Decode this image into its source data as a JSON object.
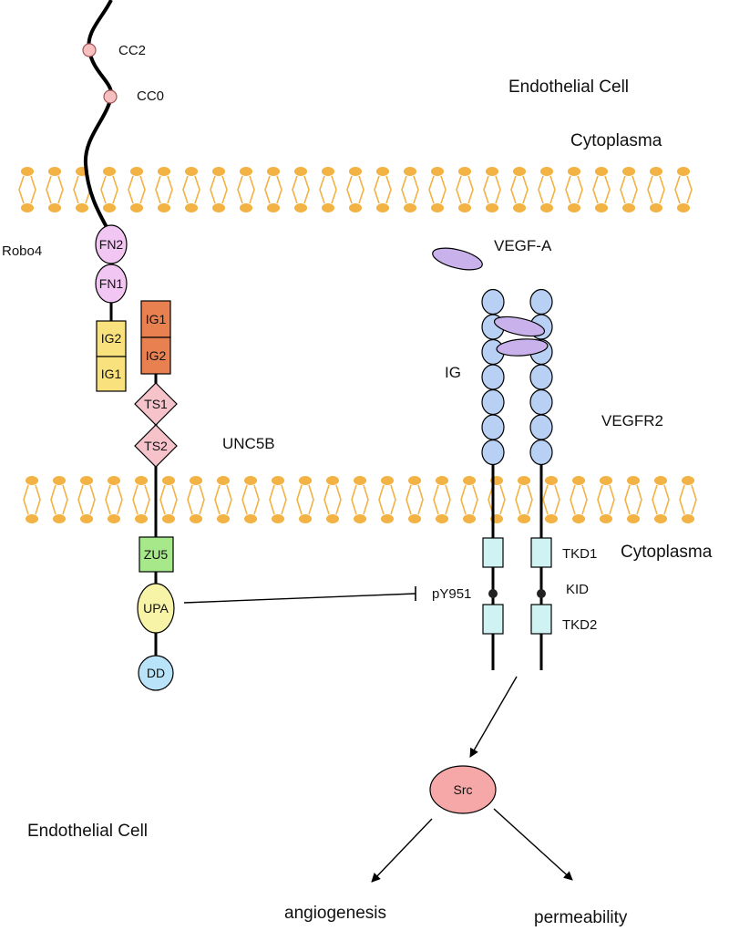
{
  "labels": {
    "endothelial_cell_top": "Endothelial Cell",
    "cytoplasma_top": "Cytoplasma",
    "robo4": "Robo4",
    "vegf_a": "VEGF-A",
    "ig": "IG",
    "vegfr2": "VEGFR2",
    "unc5b": "UNC5B",
    "cytoplasma_right": "Cytoplasma",
    "cc2": "CC2",
    "cc0": "CC0",
    "tkd1": "TKD1",
    "kid": "KID",
    "tkd2": "TKD2",
    "py951": "pY951",
    "endothelial_cell_bottom": "Endothelial Cell",
    "angiogenesis": "angiogenesis",
    "permeability": "permeability"
  },
  "robo4_domains": [
    "FN2",
    "FN1",
    "IG2",
    "IG1"
  ],
  "unc5b_domains": [
    "IG1",
    "IG2",
    "TS1",
    "TS2",
    "ZU5",
    "UPA",
    "DD"
  ],
  "src_label": "Src",
  "colors": {
    "lipid": "#F2B244",
    "fn": "#F2C6F2",
    "ig_robo": "#F9E27D",
    "ig_unc": "#E8804F",
    "ts": "#F6C3CB",
    "zu5": "#A6E88A",
    "upa": "#F7F4A8",
    "dd": "#B9E3F8",
    "ig_vegfr": "#B8D0F4",
    "vegf": "#C9B2EC",
    "tkd": "#CFF3F3",
    "src": "#F6A8A8",
    "cc_node": "#F6C0C0"
  }
}
